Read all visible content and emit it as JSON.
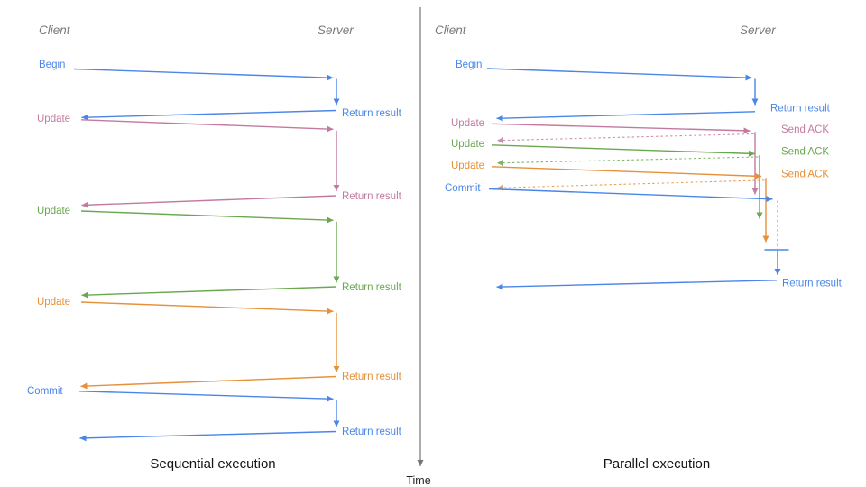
{
  "figure": {
    "kind": "client-server sequence diagram comparison",
    "timeline": {
      "label": "Time"
    },
    "colors": {
      "blue": "#4a86e8",
      "pink": "#c27ba0",
      "green": "#6aa84f",
      "orange": "#e69138",
      "axis_gray": "#757575",
      "actor_gray": "#7a7a7a",
      "caption_black": "#141414"
    },
    "left_panel": {
      "caption": "Sequential execution",
      "client": "Client",
      "server": "Server",
      "steps": [
        {
          "request": "Begin",
          "response": "Return result",
          "color": "blue"
        },
        {
          "request": "Update",
          "response": "Return result",
          "color": "pink"
        },
        {
          "request": "Update",
          "response": "Return result",
          "color": "green"
        },
        {
          "request": "Update",
          "response": "Return result",
          "color": "orange"
        },
        {
          "request": "Commit",
          "response": "Return result",
          "color": "blue"
        }
      ]
    },
    "right_panel": {
      "caption": "Parallel execution",
      "client": "Client",
      "server": "Server",
      "steps": [
        {
          "request": "Begin",
          "response": "Return result",
          "color": "blue"
        },
        {
          "request": "Update",
          "response": "Send ACK",
          "color": "pink"
        },
        {
          "request": "Update",
          "response": "Send ACK",
          "color": "green"
        },
        {
          "request": "Update",
          "response": "Send ACK",
          "color": "orange"
        },
        {
          "request": "Commit",
          "response": "Return result",
          "color": "blue"
        }
      ]
    }
  }
}
